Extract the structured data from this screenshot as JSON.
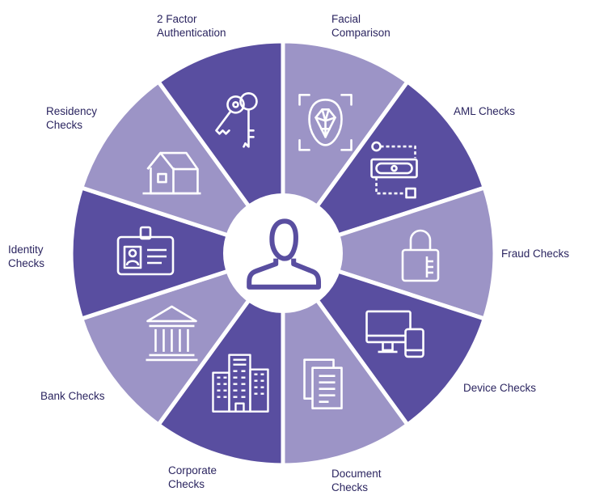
{
  "colors": {
    "dark": "#594ea0",
    "light": "#9c94c6",
    "text": "#2b2560",
    "hub": "#ffffff",
    "gap": "#ffffff"
  },
  "center": {
    "icon": "user-silhouette-icon"
  },
  "segments": [
    {
      "id": "facial-comparison",
      "label_lines": [
        "Facial",
        "Comparison"
      ],
      "icon": "face-scan-icon",
      "tone": "light"
    },
    {
      "id": "aml-checks",
      "label_lines": [
        "AML Checks"
      ],
      "icon": "banknote-flow-icon",
      "tone": "dark"
    },
    {
      "id": "fraud-checks",
      "label_lines": [
        "Fraud Checks"
      ],
      "icon": "padlock-icon",
      "tone": "light"
    },
    {
      "id": "device-checks",
      "label_lines": [
        "Device Checks"
      ],
      "icon": "monitor-phone-icon",
      "tone": "dark"
    },
    {
      "id": "document-checks",
      "label_lines": [
        "Document",
        "Checks"
      ],
      "icon": "documents-icon",
      "tone": "light"
    },
    {
      "id": "corporate-checks",
      "label_lines": [
        "Corporate",
        "Checks"
      ],
      "icon": "office-building-icon",
      "tone": "dark"
    },
    {
      "id": "bank-checks",
      "label_lines": [
        "Bank Checks"
      ],
      "icon": "bank-building-icon",
      "tone": "light"
    },
    {
      "id": "identity-checks",
      "label_lines": [
        "Identity",
        "Checks"
      ],
      "icon": "id-badge-icon",
      "tone": "dark"
    },
    {
      "id": "residency-checks",
      "label_lines": [
        "Residency",
        "Checks"
      ],
      "icon": "house-icon",
      "tone": "light"
    },
    {
      "id": "2-factor-authentication",
      "label_lines": [
        "2 Factor",
        "Authentication"
      ],
      "icon": "keys-icon",
      "tone": "dark"
    }
  ]
}
